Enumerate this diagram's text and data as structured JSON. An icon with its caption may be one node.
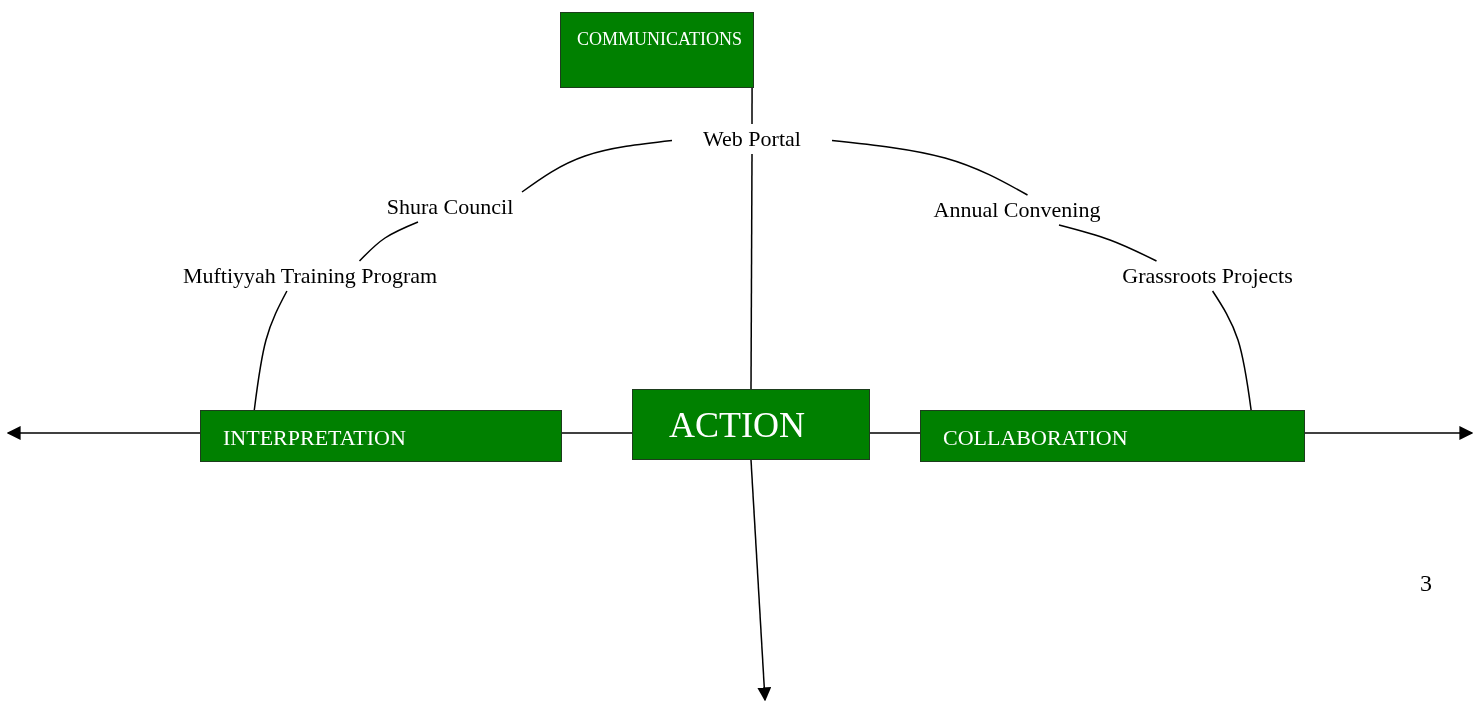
{
  "diagram": {
    "nodes": [
      {
        "text": [
          "COMMUNICATIONS"
        ]
      },
      {
        "text": [
          "Web Portal"
        ]
      },
      {
        "text": [
          "Shura Council"
        ]
      },
      {
        "text": [
          "Annual Convening"
        ]
      },
      {
        "text": [
          "Muftiyyah Training Program"
        ]
      },
      {
        "text": [
          "Grassroots Projects"
        ]
      },
      {
        "text": [
          "INTERPRETATION"
        ]
      },
      {
        "text": [
          "ACTION"
        ]
      },
      {
        "text": [
          "COLLABORATION"
        ]
      }
    ],
    "edges": [
      {
        "from": 0,
        "to": 1,
        "arrow": "none"
      },
      {
        "from": 1,
        "to": 7,
        "arrow": "none"
      },
      {
        "from": 7,
        "to": null,
        "arrow": "to"
      },
      {
        "from": 7,
        "to": 6,
        "arrow": "none"
      },
      {
        "from": 6,
        "to": null,
        "arrow": "to"
      },
      {
        "from": 7,
        "to": 8,
        "arrow": "none"
      },
      {
        "from": 8,
        "to": null,
        "arrow": "to"
      },
      {
        "from": 1,
        "to": 2,
        "arrow": "none"
      },
      {
        "from": 2,
        "to": 4,
        "arrow": "none"
      },
      {
        "from": 4,
        "to": 6,
        "arrow": "none"
      },
      {
        "from": 1,
        "to": 3,
        "arrow": "none"
      },
      {
        "from": 3,
        "to": 5,
        "arrow": "none"
      },
      {
        "from": 5,
        "to": 8,
        "arrow": "none"
      }
    ],
    "labels": [
      "3"
    ]
  }
}
